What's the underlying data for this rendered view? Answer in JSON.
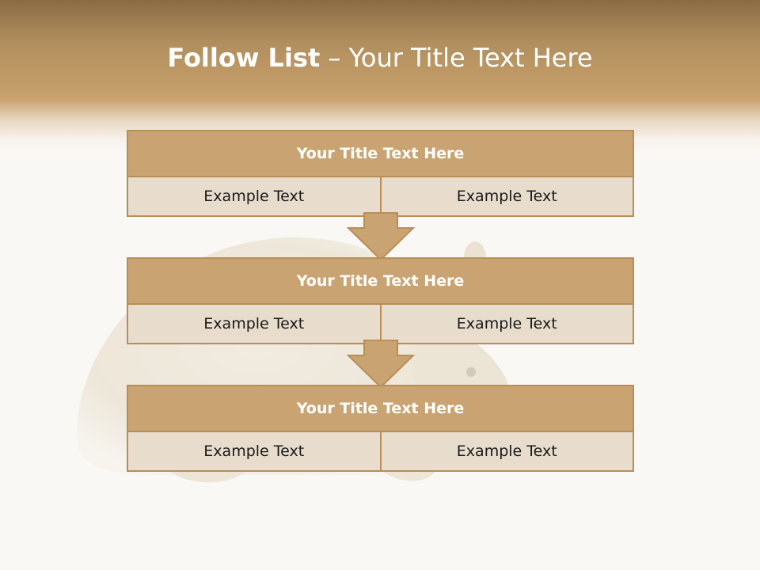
{
  "slide": {
    "title_bold": "Follow List",
    "title_rest": " – Your Title Text Here"
  },
  "blocks": [
    {
      "title": "Your Title Text Here",
      "left": "Example Text",
      "right": "Example Text"
    },
    {
      "title": "Your Title Text Here",
      "left": "Example Text",
      "right": "Example Text"
    },
    {
      "title": "Your Title Text Here",
      "left": "Example Text",
      "right": "Example Text"
    }
  ],
  "colors": {
    "header_dark": "#8a6c44",
    "header_light": "#c8a16c",
    "block_fill": "#c9a472",
    "block_border": "#b88e56",
    "cell_fill": "#e8dccd",
    "background": "#faf8f5"
  },
  "background_image": "hedgehog-watermark"
}
